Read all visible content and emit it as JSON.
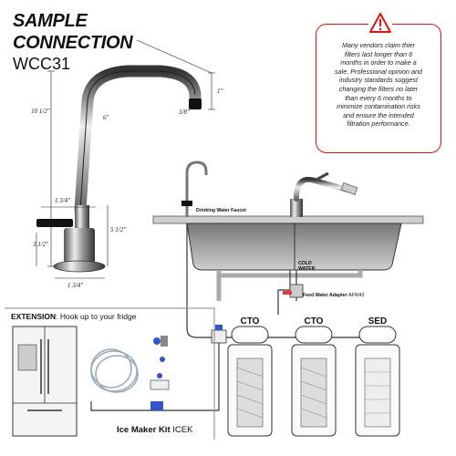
{
  "title_line1": "SAMPLE",
  "title_line2": "CONNECTION",
  "model": "WCC31",
  "dimensions": {
    "height": "10 1/2\"",
    "spout_length": "6\"",
    "spout_drop": "1\"",
    "tip": "3/8\"",
    "base_offset": "1 3/4\"",
    "base_height": "3 1/2\"",
    "lever_height": "5 1/2\"",
    "base_width": "1 3/4\""
  },
  "warning": {
    "icon": "exclamation-triangle-icon",
    "text_lines": [
      "Many vendors claim thier",
      "filters last longer than 6",
      "months in order to make a",
      "sale. Professional opinion and",
      "industry standards suggest",
      "changing the filters no later",
      "than every 6 months to",
      "minimize contamination risks",
      "and ensure the intended",
      "filtration performance."
    ],
    "border_color": "#dd1111"
  },
  "labels": {
    "drinking_faucet": "Drinking Water Faucet",
    "cold_water": "COLD WATER",
    "feed_adapter": "Feed Water Adapter",
    "feed_adapter_code": "AFW43"
  },
  "filters": [
    "CTO",
    "CTO",
    "SED"
  ],
  "extension": {
    "bold": "EXTENSION",
    "text": ": Hook up to your fridge"
  },
  "kit": {
    "name": "Ice Maker Kit",
    "code": "ICEK"
  }
}
